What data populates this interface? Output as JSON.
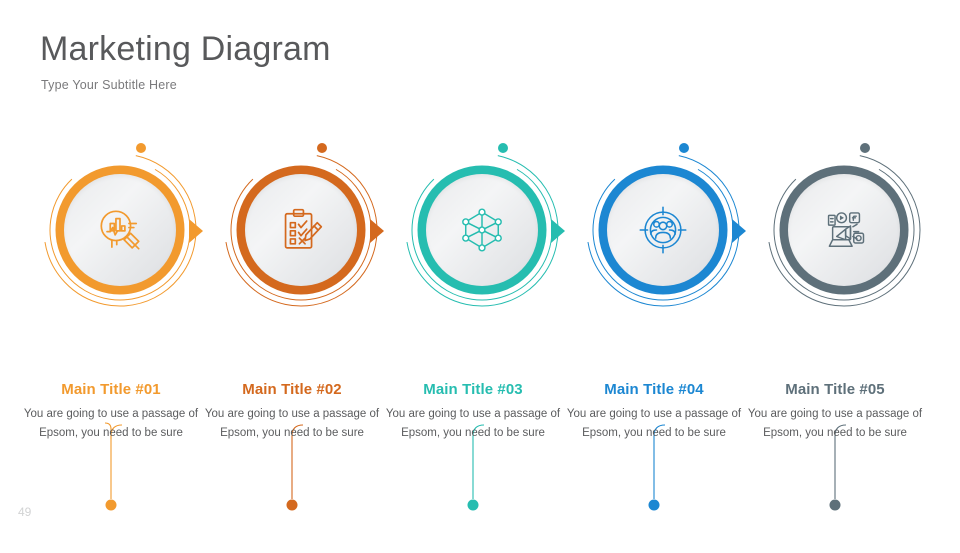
{
  "header": {
    "title": "Marketing Diagram",
    "subtitle": "Type Your Subtitle Here"
  },
  "footer": {
    "page_number": "49"
  },
  "items": [
    {
      "title": "Main Title #01",
      "description": "You are going to use a passage of Epsom, you need to be sure",
      "color": "#F29A2E",
      "icon": "magnifier-bar-chart-icon"
    },
    {
      "title": "Main Title #02",
      "description": "You are going to use a passage of Epsom, you need to be sure",
      "color": "#D4691E",
      "icon": "clipboard-checklist-pencil-icon"
    },
    {
      "title": "Main Title #03",
      "description": "You are going to use a passage of Epsom, you need to be sure",
      "color": "#26BDB0",
      "icon": "network-nodes-icon"
    },
    {
      "title": "Main Title #04",
      "description": "You are going to use a passage of Epsom, you need to be sure",
      "color": "#1C87D2",
      "icon": "target-audience-icon"
    },
    {
      "title": "Main Title #05",
      "description": "You are going to use a passage of Epsom, you need to be sure",
      "color": "#5E707A",
      "icon": "social-media-megaphone-icon"
    }
  ],
  "arrows": [
    {
      "color": "#F29A2E"
    },
    {
      "color": "#D4691E"
    },
    {
      "color": "#26BDB0"
    },
    {
      "color": "#1C87D2"
    }
  ]
}
